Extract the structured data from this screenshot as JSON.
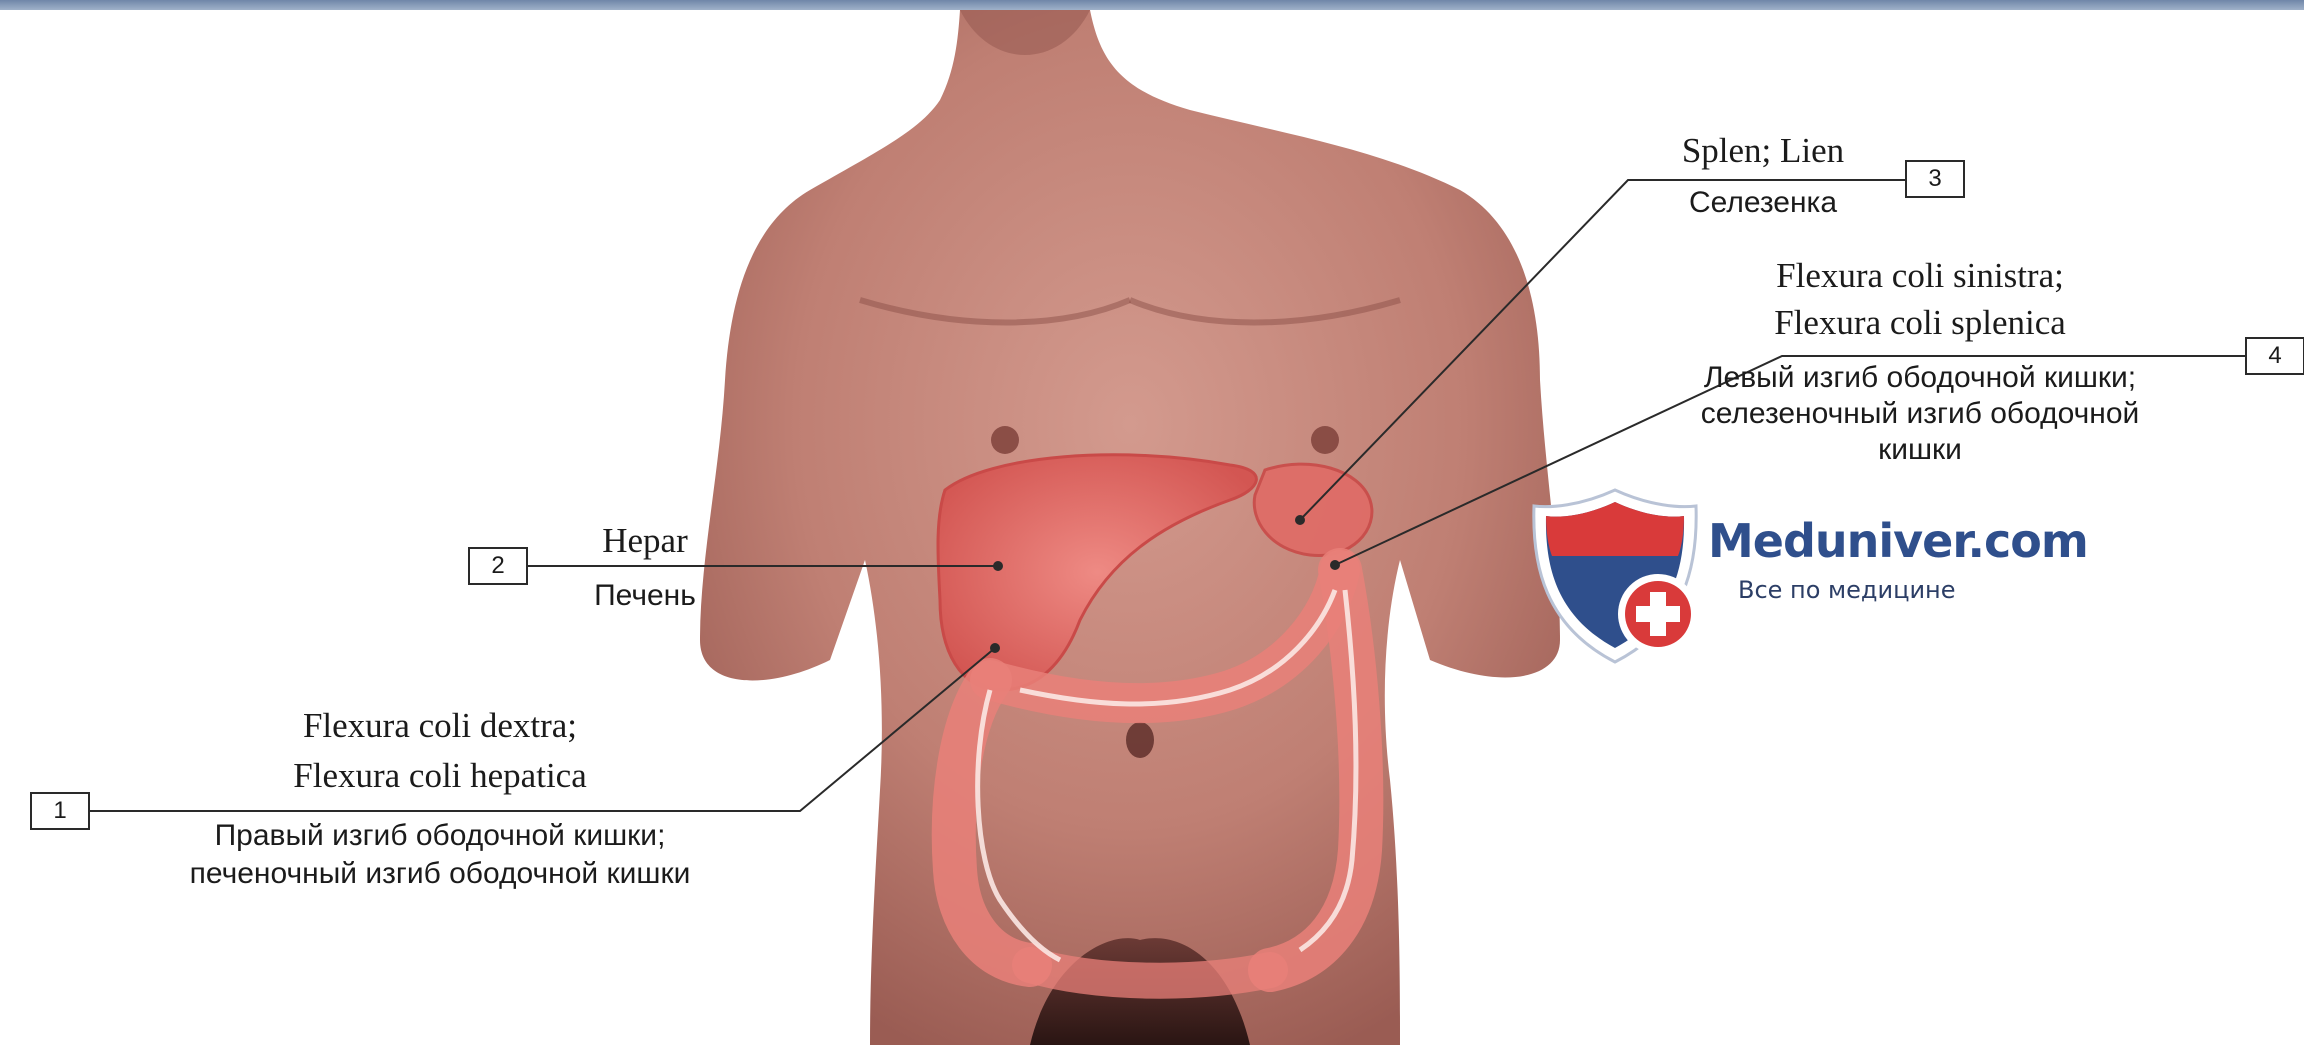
{
  "site": {
    "name": "Meduniver.com",
    "tagline": "Все по медицине"
  },
  "labels": [
    {
      "number": "1",
      "latin_1": "Flexura coli dextra;",
      "latin_2": "Flexura coli hepatica",
      "russian_1": "Правый изгиб ободочной кишки;",
      "russian_2": "печеночный изгиб ободочной кишки"
    },
    {
      "number": "2",
      "latin_1": "Hepar",
      "russian_1": "Печень"
    },
    {
      "number": "3",
      "latin_1": "Splen; Lien",
      "russian_1": "Селезенка"
    },
    {
      "number": "4",
      "latin_1": "Flexura coli sinistra;",
      "latin_2": "Flexura coli splenica",
      "russian_1": "Левый изгиб ободочной кишки;",
      "russian_2": "селезеночный изгиб ободочной",
      "russian_3": "кишки"
    }
  ],
  "colors": {
    "skin": "#c98a7e",
    "skin_shadow": "#8c4f47",
    "organ": "#e86a66",
    "organ_outline": "#c94a48",
    "leader_line": "#2a2a2a",
    "shield_blue": "#2f4f8c",
    "shield_red": "#d93a3a",
    "brand_text": "#2f4f8c"
  }
}
